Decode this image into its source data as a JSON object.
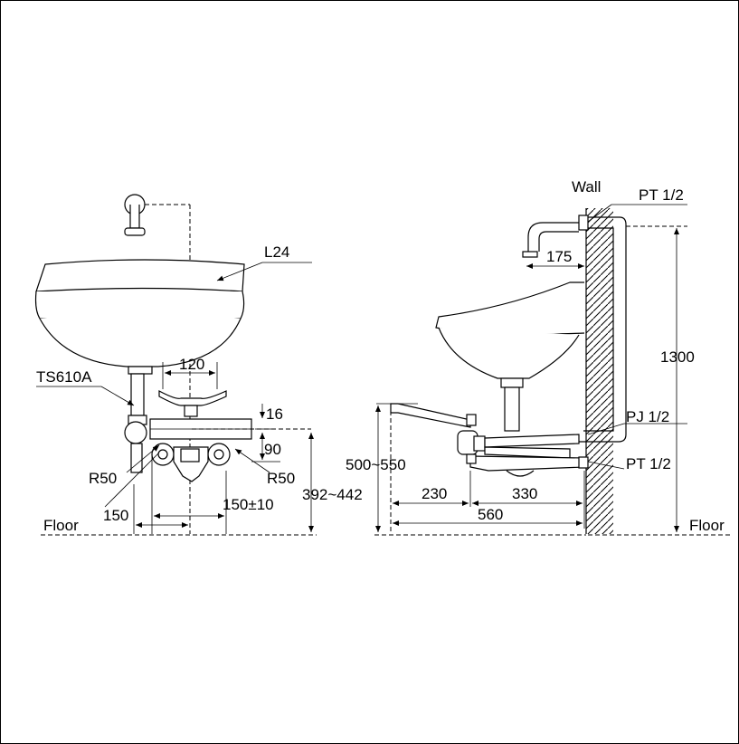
{
  "labels": {
    "model_basin": "L24",
    "model_valve": "TS610A",
    "dim_120": "120",
    "dim_16": "16",
    "dim_90": "90",
    "radius_left": "R50",
    "radius_right": "R50",
    "dim_150_left": "150",
    "dim_150_pm10": "150±10",
    "dim_392_442": "392~442",
    "floor_left": "Floor",
    "wall": "Wall",
    "pt_top": "PT 1/2",
    "dim_175": "175",
    "dim_1300": "1300",
    "pj": "PJ 1/2",
    "pt_bottom": "PT 1/2",
    "dim_500_550": "500~550",
    "dim_230": "230",
    "dim_330": "330",
    "dim_560": "560",
    "floor_right": "Floor"
  }
}
